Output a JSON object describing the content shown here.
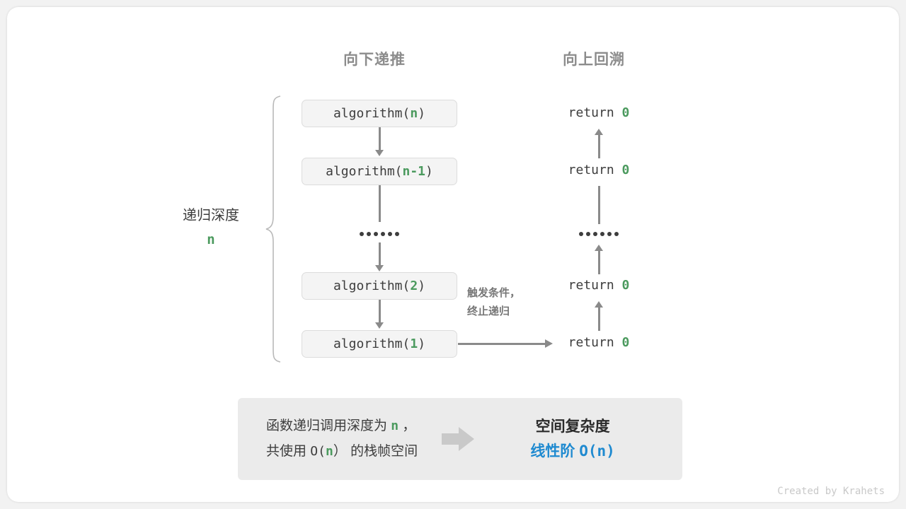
{
  "diagram": {
    "columns": {
      "down": "向下递推",
      "up": "向上回溯"
    },
    "depth_bracket": {
      "title": "递归深度",
      "variable": "n"
    },
    "calls": [
      {
        "fn": "algorithm(",
        "arg": "n",
        "close": ")"
      },
      {
        "fn": "algorithm(",
        "arg": "n-1",
        "close": ")"
      },
      {
        "ellipsis": "••••••"
      },
      {
        "fn": "algorithm(",
        "arg": "2",
        "close": ")"
      },
      {
        "fn": "algorithm(",
        "arg": "1",
        "close": ")"
      }
    ],
    "returns": [
      {
        "text": "return ",
        "value": "0"
      },
      {
        "text": "return ",
        "value": "0"
      },
      {
        "ellipsis": "••••••"
      },
      {
        "text": "return ",
        "value": "0"
      },
      {
        "text": "return ",
        "value": "0"
      }
    ],
    "terminate_note": {
      "line1": "触发条件，",
      "line2": "终止递归"
    },
    "summary": {
      "left_line1_a": "函数递归调用深度为 ",
      "left_line1_var": "n",
      "left_line1_b": " ，",
      "left_line2_a": "共使用 ",
      "left_line2_o": "O(",
      "left_line2_var": "n",
      "left_line2_close": "）",
      "left_line2_b": " 的栈帧空间",
      "arrow": "thick-right-arrow",
      "right_title": "空间复杂度",
      "right_value_label": "线性阶 ",
      "right_value_mono": "O(n)"
    },
    "credit": "Created by Krahets",
    "colors": {
      "green": "#4b9a5e",
      "blue": "#1f8ad0",
      "gray_text": "#3d3d3d",
      "header_gray": "#8c8c8c",
      "arrow_gray": "#8a8a8a",
      "box_fill": "#f4f4f4",
      "panel_fill": "#ebebeb"
    }
  }
}
